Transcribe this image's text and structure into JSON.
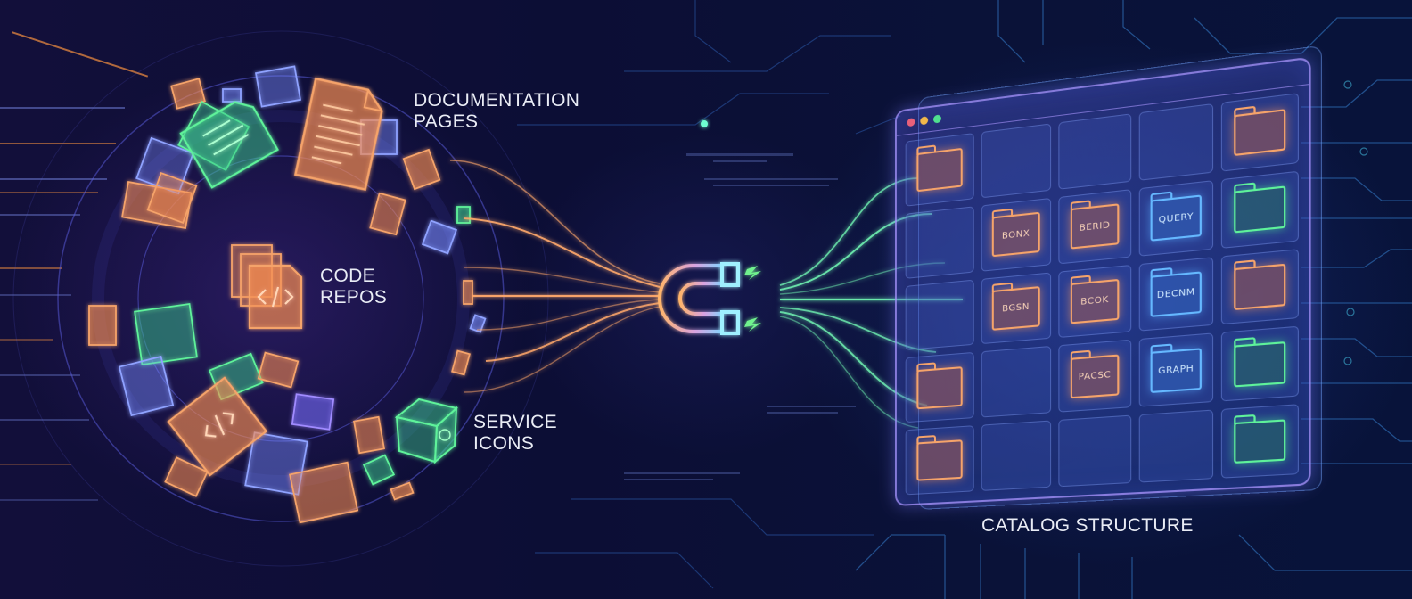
{
  "illustration": {
    "theme": "Ingesting sources into a catalog",
    "colors": {
      "background": "#0b0d33",
      "orange": "#f5a36a",
      "green": "#5ef29a",
      "blue": "#65b8ff",
      "purple": "#aa96ff",
      "label_text": "#e9ecf5"
    }
  },
  "sources": {
    "documentation": {
      "line1": "DOCUMENTATION",
      "line2": "PAGES",
      "icon": "document-icon"
    },
    "code": {
      "line1": "CODE",
      "line2": "REPOS",
      "icon": "code-file-icon",
      "glyph": "</>"
    },
    "services": {
      "line1": "SERVICE",
      "line2": "ICONS",
      "icon": "cube-icon"
    }
  },
  "connector": {
    "icon": "magnet-icon",
    "sparks": [
      "lightning-icon",
      "lightning-icon"
    ]
  },
  "catalog": {
    "title": "CATALOG STRUCTURE",
    "window_dots": [
      "#e8607a",
      "#f1b84a",
      "#4fe08f"
    ],
    "grid": [
      [
        {
          "type": "orange",
          "label": ""
        },
        {
          "type": "empty"
        },
        {
          "type": "empty"
        },
        {
          "type": "empty"
        },
        {
          "type": "orange",
          "label": ""
        }
      ],
      [
        {
          "type": "empty"
        },
        {
          "type": "orange",
          "label": "BONX"
        },
        {
          "type": "orange",
          "label": "BERID"
        },
        {
          "type": "blue",
          "label": "QUERY"
        },
        {
          "type": "green",
          "label": ""
        }
      ],
      [
        {
          "type": "empty"
        },
        {
          "type": "orange",
          "label": "BGSN"
        },
        {
          "type": "orange",
          "label": "BCOK"
        },
        {
          "type": "blue",
          "label": "DECNM"
        },
        {
          "type": "orange",
          "label": ""
        }
      ],
      [
        {
          "type": "orange",
          "label": ""
        },
        {
          "type": "empty"
        },
        {
          "type": "orange",
          "label": "PACSC"
        },
        {
          "type": "blue",
          "label": "GRAPH"
        },
        {
          "type": "green",
          "label": ""
        }
      ],
      [
        {
          "type": "orange",
          "label": ""
        },
        {
          "type": "empty"
        },
        {
          "type": "empty"
        },
        {
          "type": "empty"
        },
        {
          "type": "green",
          "label": ""
        }
      ]
    ]
  }
}
